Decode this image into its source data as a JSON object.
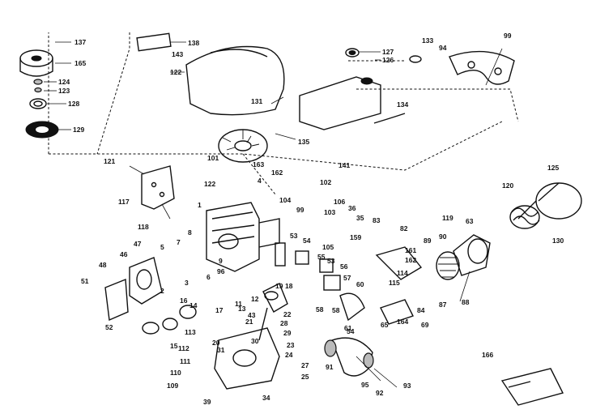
{
  "labels": [
    "137",
    "165",
    "124",
    "123",
    "128",
    "129",
    "138",
    "143",
    "122",
    "127",
    "126",
    "133",
    "99",
    "94",
    "131",
    "134",
    "135",
    "101",
    "163",
    "162",
    "141",
    "121",
    "117",
    "118",
    "122",
    "4",
    "1",
    "104",
    "102",
    "106",
    "36",
    "99",
    "35",
    "83",
    "82",
    "103",
    "125",
    "120",
    "119",
    "63",
    "90",
    "130",
    "89",
    "88",
    "87",
    "47",
    "48",
    "46",
    "5",
    "7",
    "8",
    "9",
    "6",
    "96",
    "2",
    "3",
    "53",
    "54",
    "105",
    "55",
    "53",
    "159",
    "161",
    "162",
    "114",
    "115",
    "56",
    "57",
    "60",
    "58",
    "51",
    "52",
    "18",
    "16",
    "14",
    "17",
    "15",
    "11",
    "12",
    "13",
    "21",
    "43",
    "22",
    "19",
    "58",
    "61",
    "54",
    "65",
    "164",
    "84",
    "69",
    "113",
    "112",
    "111",
    "110",
    "109",
    "20",
    "30",
    "23",
    "24",
    "27",
    "25",
    "28",
    "29",
    "31",
    "91",
    "95",
    "92",
    "93",
    "166",
    "39",
    "34"
  ]
}
